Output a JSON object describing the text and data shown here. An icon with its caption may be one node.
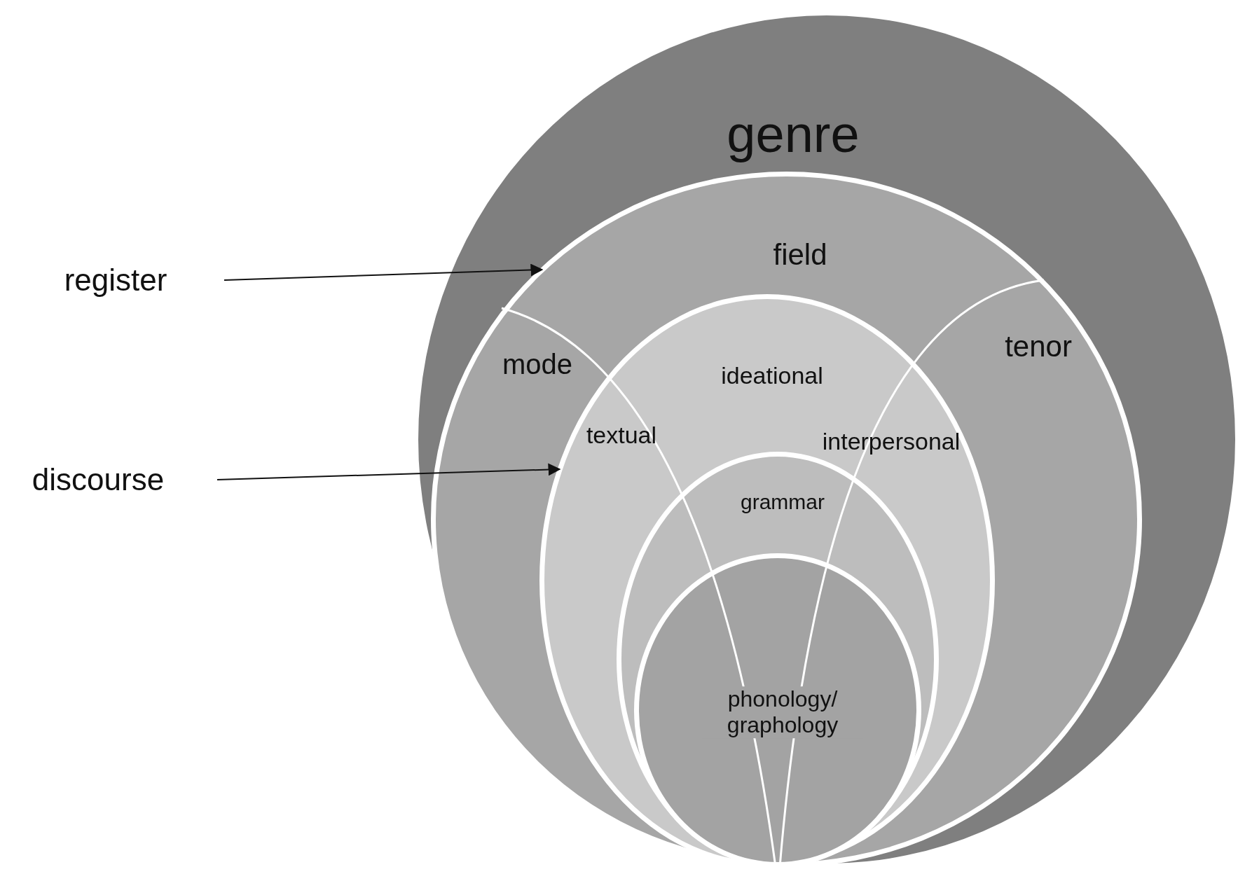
{
  "diagram": {
    "nodes": [
      {
        "text": [
          "genre"
        ]
      },
      {
        "text": [
          "field",
          "mode",
          "tenor"
        ],
        "in": 0
      },
      {
        "text": [
          "ideational",
          "textual",
          "interpersonal"
        ],
        "in": 1
      },
      {
        "text": [
          "grammar"
        ],
        "in": 2
      },
      {
        "text": [
          "phonology/ graphology"
        ],
        "in": 3
      },
      {
        "text": [
          "register"
        ]
      },
      {
        "text": [
          "discourse"
        ]
      }
    ],
    "edges": [
      {
        "from": 5,
        "to": 1,
        "arrow": "to"
      },
      {
        "from": 6,
        "to": 2,
        "arrow": "to"
      }
    ]
  }
}
